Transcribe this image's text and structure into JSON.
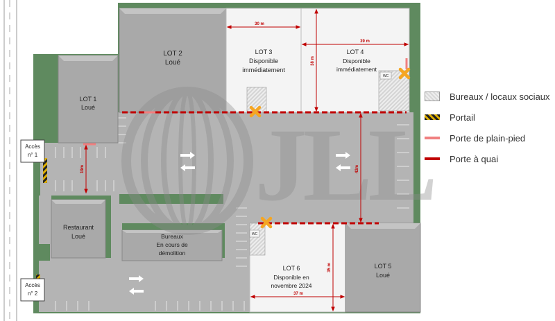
{
  "plan": {
    "lots": {
      "lot1": {
        "name": "LOT 1",
        "status": "Loué"
      },
      "lot2": {
        "name": "LOT 2",
        "status": "Loué"
      },
      "lot3": {
        "name": "LOT 3",
        "status_1": "Disponible",
        "status_2": "immédiatement"
      },
      "lot4": {
        "name": "LOT 4",
        "status_1": "Disponible",
        "status_2": "immédiatement"
      },
      "lot5": {
        "name": "LOT 5",
        "status": "Loué"
      },
      "lot6": {
        "name": "LOT 6",
        "status_1": "Disponible en",
        "status_2": "novembre 2024"
      },
      "restaurant": {
        "name": "Restaurant",
        "status": "Loué"
      },
      "bureaux": {
        "name": "Bureaux",
        "status_1": "En cours de",
        "status_2": "démolition"
      }
    },
    "access": {
      "acces1_line1": "Accès",
      "acces1_line2": "n° 1",
      "acces2_line1": "Accès",
      "acces2_line2": "n° 2"
    },
    "wc_label": "WC",
    "dimensions": {
      "lot3_width": "30 m",
      "lot4_width": "39 m",
      "lot4_depth": "38 m",
      "lot1_spacing": "19m",
      "central_court": "42m",
      "lot6_width": "37 m",
      "lot6_depth": "35 m"
    },
    "watermark": "JLL"
  },
  "legend": {
    "items": [
      {
        "label": "Bureaux / locaux sociaux",
        "icon": "office-hatch-icon"
      },
      {
        "label": "Portail",
        "icon": "gate-stripe-icon"
      },
      {
        "label": "Porte de plain-pied",
        "icon": "ground-door-icon"
      },
      {
        "label": "Porte à quai",
        "icon": "dock-door-icon"
      }
    ]
  },
  "colors": {
    "green": "#5f8a5f",
    "asphalt": "#b4b4b4",
    "building": "#a9a9a9",
    "available": "#f4f4f4",
    "dock_red": "#c00000",
    "ground_red": "#f08080",
    "marker": "#f5a623"
  }
}
